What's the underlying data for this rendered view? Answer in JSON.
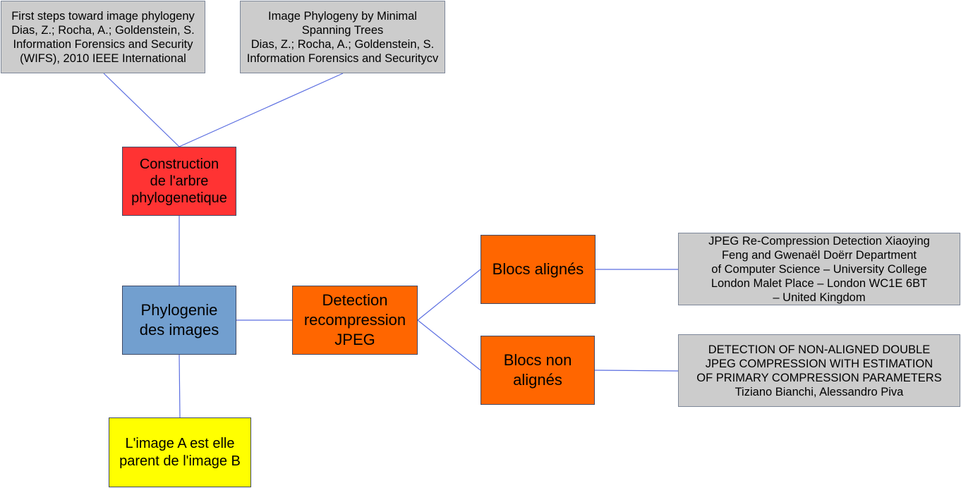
{
  "colors": {
    "reference_box": "#cccccc",
    "construction_box": "#ff3333",
    "phylogenie_box": "#729fcf",
    "detection_box": "#ff6600",
    "question_box": "#ffff00",
    "connector": "#5b6ee1"
  },
  "nodes": {
    "ref_first_steps": "First steps toward image phylogeny\nDias, Z.; Rocha, A.; Goldenstein, S.\nInformation Forensics and Security\n(WIFS), 2010 IEEE International",
    "ref_min_spanning": "Image Phylogeny by Minimal\nSpanning Trees\nDias, Z.; Rocha, A.; Goldenstein, S.\nInformation Forensics and Securitycv",
    "construction": "Construction\nde l'arbre\nphylogenetique",
    "phylogenie": "Phylogenie\ndes images",
    "detection": "Detection\nrecompression\nJPEG",
    "blocs_alignes": "Blocs alignés",
    "blocs_non_alignes": "Blocs non\nalignés",
    "image_parent": "L'image A est elle\nparent de l'image B",
    "ref_recompression": "JPEG Re-Compression Detection Xiaoying\nFeng and Gwenaël Doërr Department\nof Computer Science – University College\nLondon Malet Place – London WC1E 6BT\n– United Kingdom",
    "ref_non_aligned": "DETECTION OF NON-ALIGNED DOUBLE\nJPEG COMPRESSION WITH ESTIMATION\nOF PRIMARY COMPRESSION PARAMETERS\nTiziano Bianchi, Alessandro Piva"
  }
}
